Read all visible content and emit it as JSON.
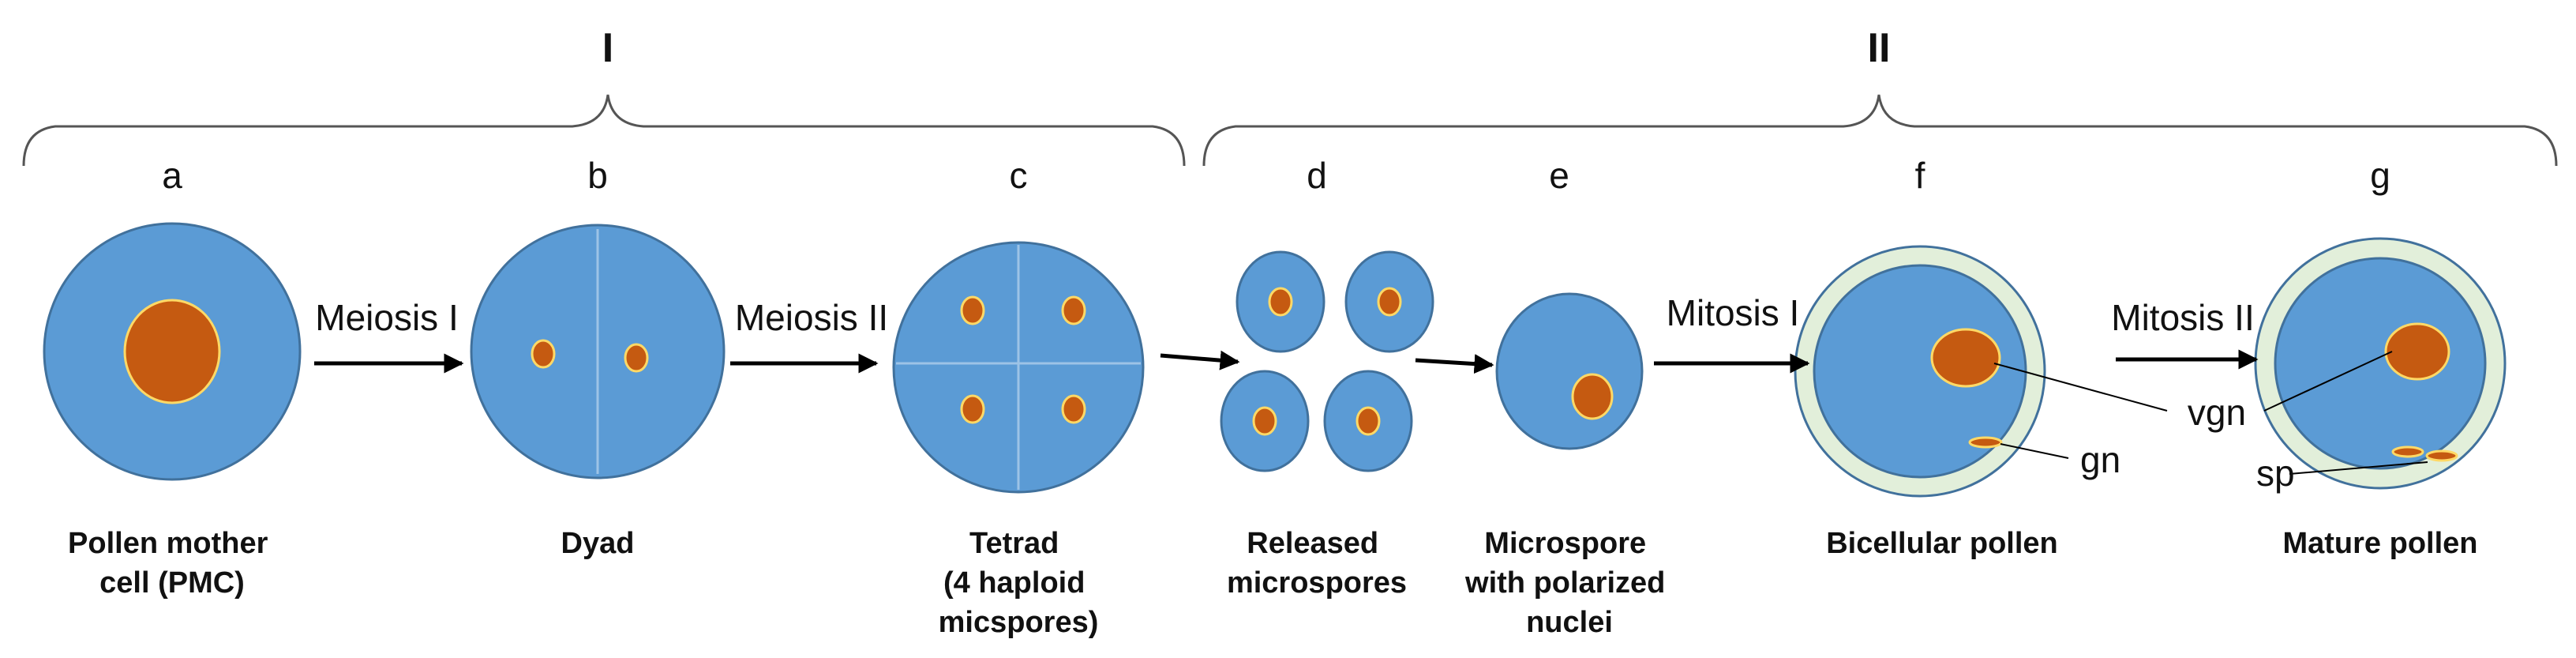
{
  "phases": [
    "I",
    "II"
  ],
  "stage_letters": [
    "a",
    "b",
    "c",
    "d",
    "e",
    "f",
    "g"
  ],
  "processes": [
    "Meiosis I",
    "Meiosis II",
    "Mitosis I",
    "Mitosis II"
  ],
  "captions": {
    "a": [
      "Pollen mother",
      "cell (PMC)"
    ],
    "b": [
      "Dyad"
    ],
    "c": [
      "Tetrad",
      "(4 haploid",
      "micspores)"
    ],
    "d": [
      "Released",
      "microspores"
    ],
    "e": [
      "Microspore",
      "with polarized",
      "nuclei"
    ],
    "f": [
      "Bicellular pollen"
    ],
    "g": [
      "Mature pollen"
    ]
  },
  "structure_labels": {
    "vgn": "vgn",
    "gn": "gn",
    "sp": "sp"
  },
  "colors": {
    "cell_fill": "#5b9bd5",
    "cell_stroke": "#41719c",
    "nucleus_fill": "#c55a11",
    "nucleus_stroke": "#ffd966",
    "wall_fill": "#e2efda",
    "line": "#000000",
    "cell_division": "#9dc3e6"
  }
}
